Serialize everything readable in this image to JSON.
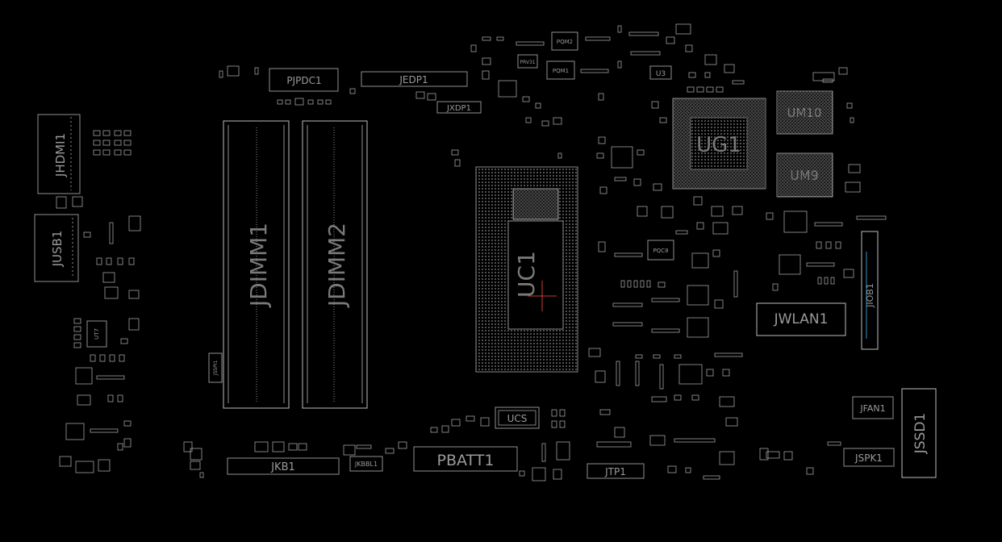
{
  "board": {
    "background": "#000000",
    "outline_color": "#8f8f8f",
    "marker_color": "#ff4d4d",
    "labels": {
      "pjpdc1": "PJPDC1",
      "jedp1": "JEDP1",
      "jxdp1": "JXDP1",
      "jhdmi1": "JHDMI1",
      "jusb1": "JUSB1",
      "jdimm1": "JDIMM1",
      "jdimm2": "JDIMM2",
      "uc1": "UC1",
      "ug1": "UG1",
      "um10": "UM10",
      "um9": "UM9",
      "jwlan1": "JWLAN1",
      "jiob1": "JIOB1",
      "jfan1": "JFAN1",
      "jspk1": "JSPK1",
      "jssd1": "JSSD1",
      "jkb1": "JKB1",
      "jkbbl1": "JKBBL1",
      "pbatt1": "PBATT1",
      "jtp1": "JTP1",
      "ucs": "UCS",
      "u3": "U3",
      "ut7": "UT7",
      "pqm2": "PQM2",
      "pqm1": "PQM1",
      "pqc8": "PQC8",
      "prv": "PRV31",
      "jssh": "JSSPI1"
    }
  }
}
